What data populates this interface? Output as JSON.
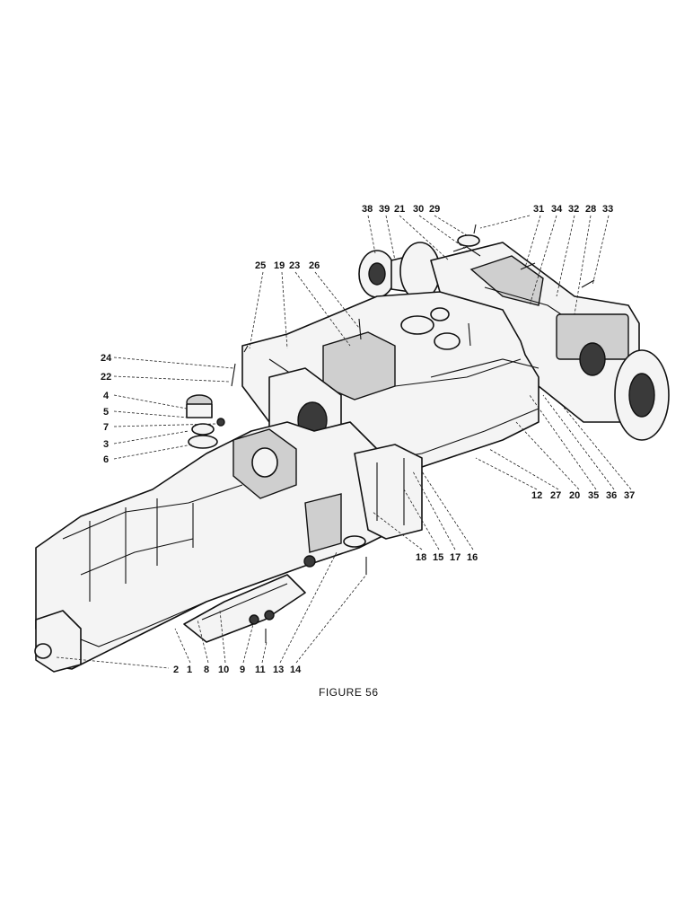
{
  "figure": {
    "caption": "FIGURE 56"
  },
  "callouts": {
    "c1": "1",
    "c2": "2",
    "c3": "3",
    "c4": "4",
    "c5": "5",
    "c6": "6",
    "c7": "7",
    "c8": "8",
    "c9": "9",
    "c10": "10",
    "c11": "11",
    "c12": "12",
    "c13": "13",
    "c14": "14",
    "c15": "15",
    "c16": "16",
    "c17": "17",
    "c18": "18",
    "c19": "19",
    "c20": "20",
    "c21": "21",
    "c22": "22",
    "c23": "23",
    "c24": "24",
    "c25": "25",
    "c26": "26",
    "c27": "27",
    "c28": "28",
    "c29": "29",
    "c30": "30",
    "c31": "31",
    "c32": "32",
    "c33": "33",
    "c34": "34",
    "c35": "35",
    "c36": "36",
    "c37": "37",
    "c38": "38",
    "c39": "39"
  }
}
